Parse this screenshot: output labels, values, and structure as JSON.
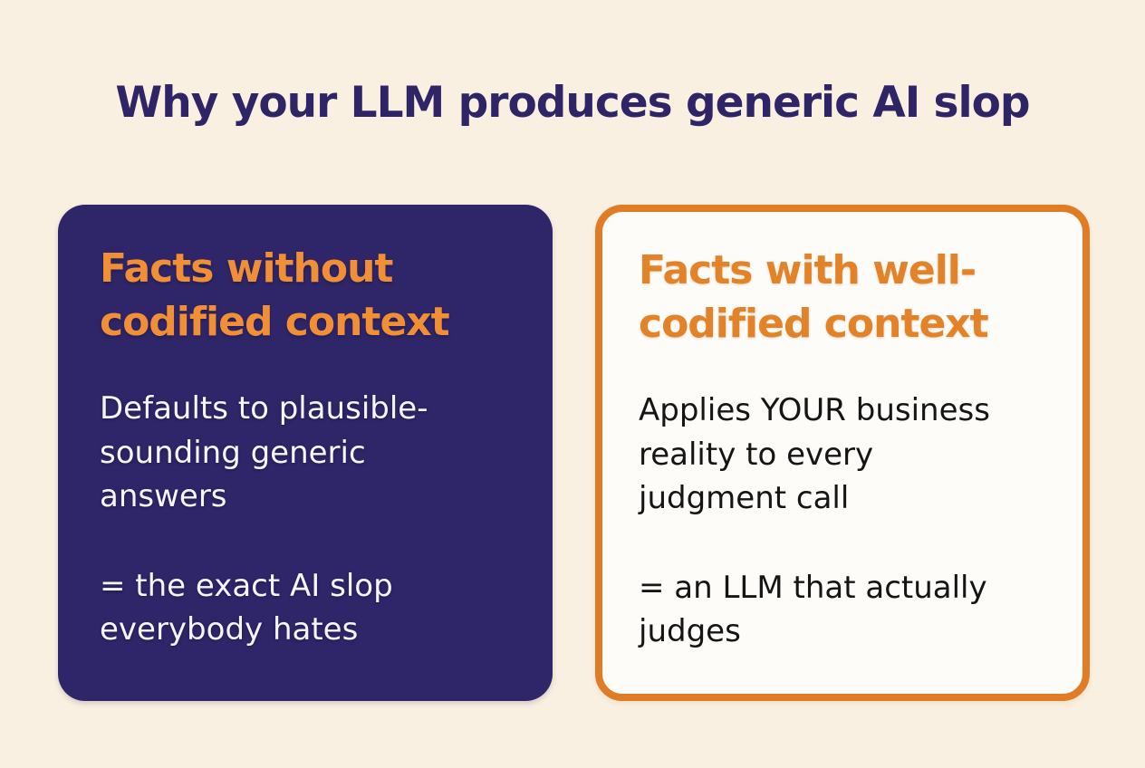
{
  "title": "Why your LLM produces generic AI slop",
  "cards": {
    "left": {
      "heading": "Facts without\ncodified context",
      "body": "Defaults to plausible-\nsounding generic\nanswers",
      "conclusion": "= the exact AI slop\neverybody hates"
    },
    "right": {
      "heading": "Facts with well-\ncodified context",
      "body": "Applies YOUR business\nreality to every\njudgment call",
      "conclusion": "= an LLM that actually\njudges"
    }
  },
  "colors": {
    "background": "#faf0e1",
    "title_text": "#2f2566",
    "left_card_bg": "#2e2668",
    "left_heading_orange": "#f08f36",
    "right_heading_orange": "#e2832a",
    "right_card_border": "#e07c26",
    "right_card_bg": "#fdfcf9",
    "left_body_text": "#f6f4f9",
    "right_body_text": "#151515"
  }
}
